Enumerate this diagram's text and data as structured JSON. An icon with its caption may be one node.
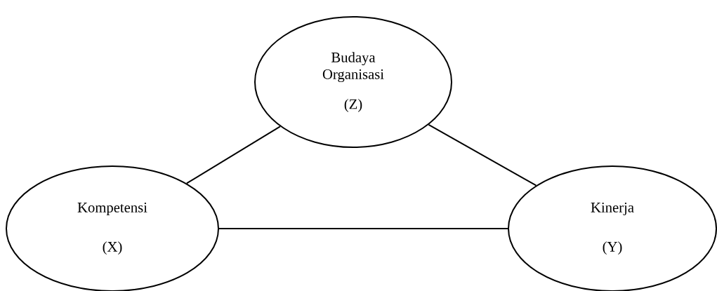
{
  "diagram": {
    "nodes": [
      {
        "text": [
          "Budaya Organisasi",
          "(Z)"
        ]
      },
      {
        "text": [
          "Kompetensi",
          "(X)"
        ]
      },
      {
        "text": [
          "Kinerja",
          "(Y)"
        ]
      }
    ],
    "edges": [
      {
        "from": 1,
        "to": 0,
        "arrow": "none"
      },
      {
        "from": 0,
        "to": 2,
        "arrow": "none"
      },
      {
        "from": 1,
        "to": 2,
        "arrow": "none"
      }
    ]
  }
}
